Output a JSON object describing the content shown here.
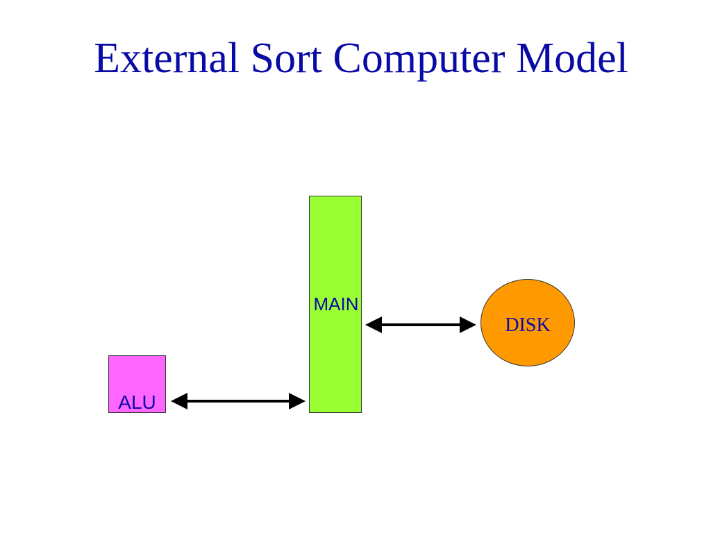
{
  "title": "External Sort Computer Model",
  "nodes": {
    "alu": {
      "label": "ALU",
      "color": "#ff66ff"
    },
    "main": {
      "label": "MAIN",
      "color": "#99ff33"
    },
    "disk": {
      "label": "DISK",
      "color": "#ff9900"
    }
  },
  "edges": [
    {
      "from": "ALU",
      "to": "MAIN",
      "direction": "bidirectional"
    },
    {
      "from": "MAIN",
      "to": "DISK",
      "direction": "bidirectional"
    }
  ],
  "colors": {
    "text": "#0a0aa6",
    "arrow": "#000000"
  }
}
